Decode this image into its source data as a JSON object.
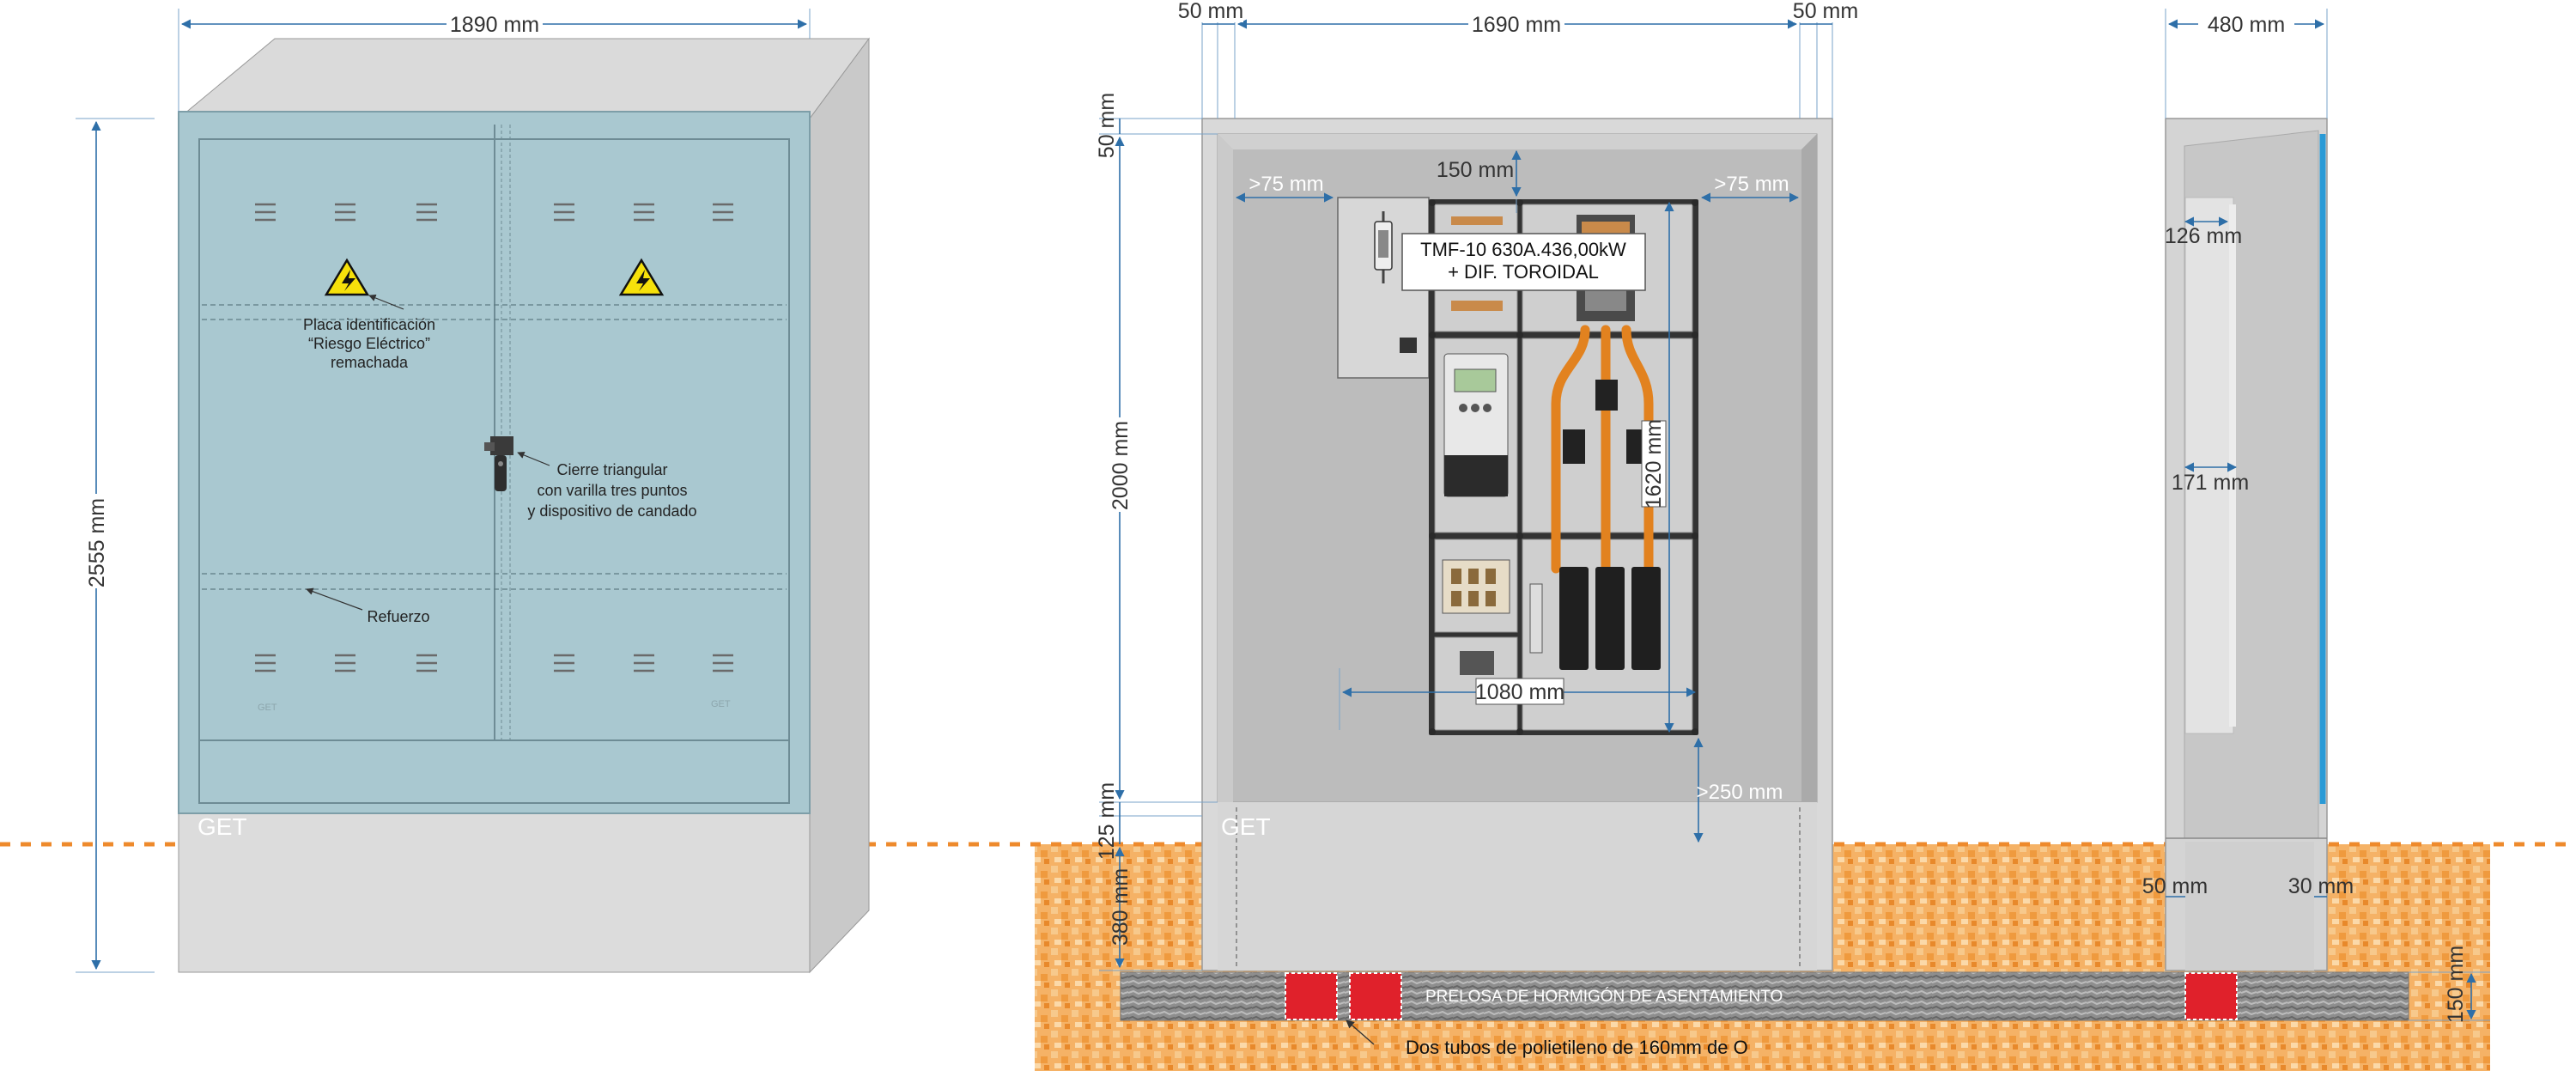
{
  "front_view": {
    "width_dim": "1890 mm",
    "height_dim": "2555 mm",
    "label_plate": [
      "Placa identificación",
      "“Riesgo Eléctrico”",
      "remachada"
    ],
    "label_lock": [
      "Cierre triangular",
      "con varilla tres puntos",
      "y dispositivo de candado"
    ],
    "label_reinforce": "Refuerzo",
    "brand": "GET",
    "warning_symbol": "high-voltage-warning-icon",
    "door_color": "#a9c8d0",
    "plinth_color": "#dcdcdc"
  },
  "interior_view": {
    "dim_left_wall": "50 mm",
    "dim_inner_width": "1690 mm",
    "dim_right_wall": "50 mm",
    "dim_top_wall": "50 mm",
    "dim_inner_height": "2000 mm",
    "dim_left_clear": ">75 mm",
    "dim_top_clear": "150 mm",
    "dim_right_clear": ">75 mm",
    "dim_panel_height": "1620 mm",
    "dim_panel_width": "1080 mm",
    "dim_bottom_clear": ">250 mm",
    "dim_base_step": "125 mm",
    "dim_buried": "380 mm",
    "breaker_label": [
      "TMF-10 630A.436,00kW",
      "+ DIF. TOROIDAL"
    ],
    "brand": "GET",
    "slab_label": "PRELOSA DE HORMIGÓN DE ASENTAMIENTO",
    "tubes_label": "Dos tubos de polietileno de 160mm de O",
    "cable_color": "#e2821f",
    "tube_color": "#e0212b"
  },
  "side_view": {
    "depth_dim": "480 mm",
    "dim_a": "126 mm",
    "dim_b": "171 mm",
    "dim_base_left": "50 mm",
    "dim_base_right": "30 mm",
    "dim_slab": "150 mm",
    "edge_color": "#2a9ad6"
  },
  "ground_line_color": "#ee8a2c",
  "ground_color": "#f4ad5c"
}
